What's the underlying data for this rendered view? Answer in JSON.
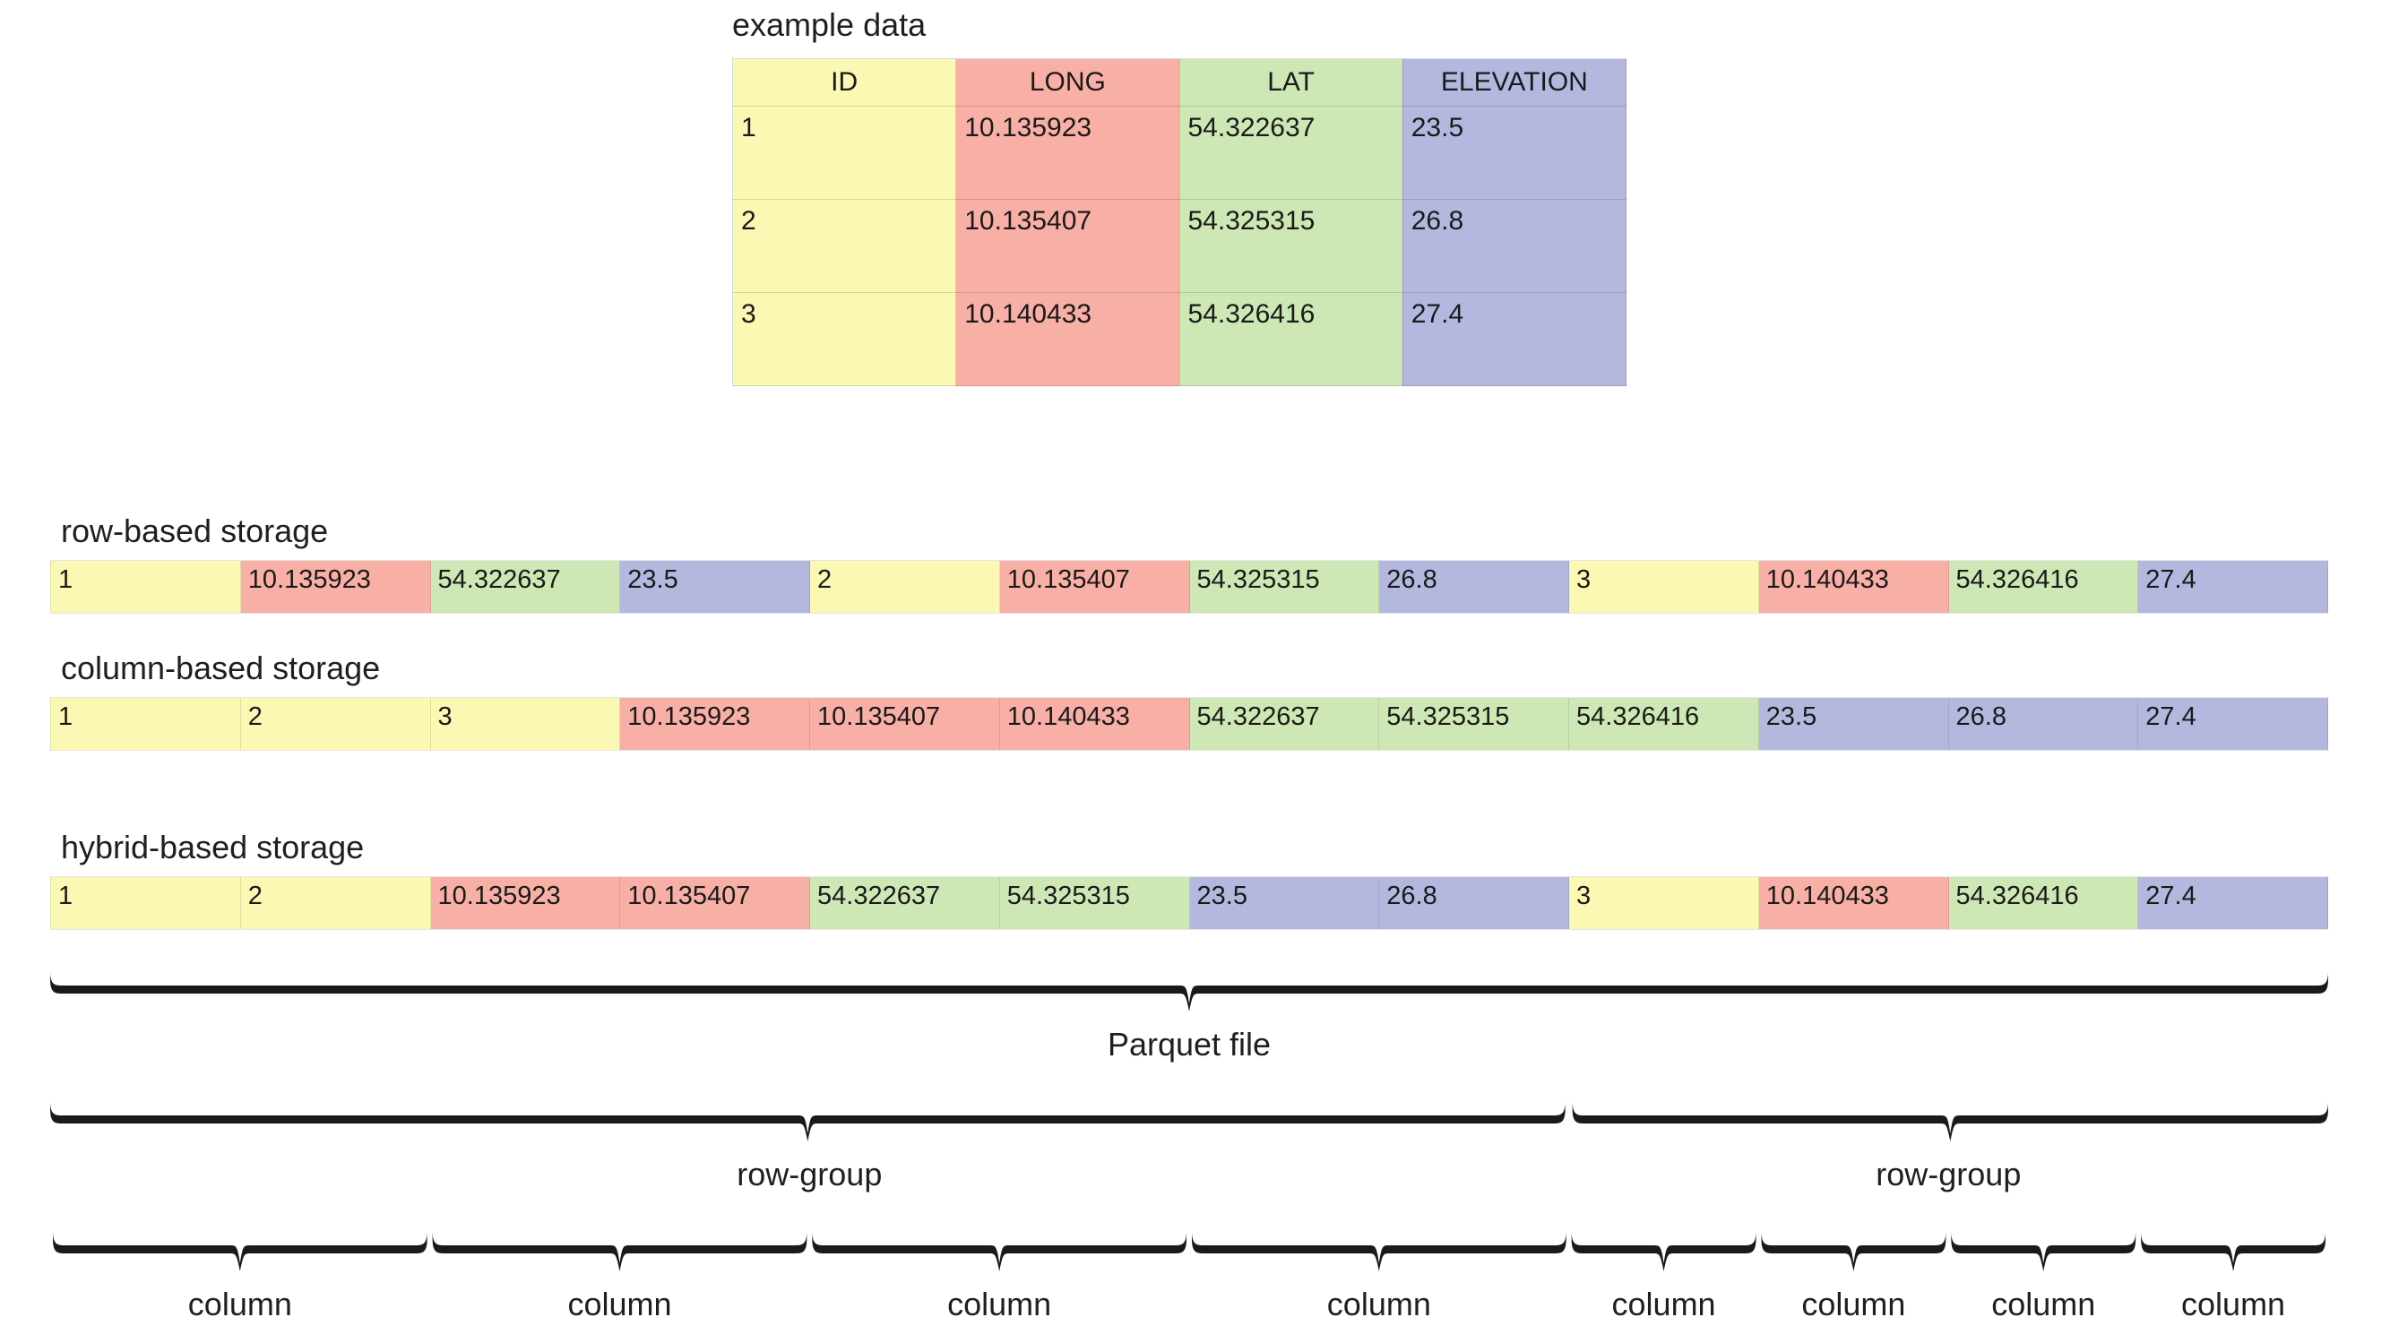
{
  "diagram": {
    "title": "example data",
    "colors": {
      "id": "#FBF8B4",
      "long": "#F8AFA6",
      "lat": "#CDE8B5",
      "elevation": "#B4B8DF",
      "brace": "#1a1a1a",
      "background": "#ffffff"
    }
  },
  "table": {
    "headers": [
      "ID",
      "LONG",
      "LAT",
      "ELEVATION"
    ],
    "rows": [
      [
        "1",
        "10.135923",
        "54.322637",
        "23.5"
      ],
      [
        "2",
        "10.135407",
        "54.325315",
        "26.8"
      ],
      [
        "3",
        "10.140433",
        "54.326416",
        "27.4"
      ]
    ]
  },
  "strips": [
    {
      "label": "row-based storage",
      "cells": [
        {
          "text": "1",
          "color": "id"
        },
        {
          "text": "10.135923",
          "color": "long"
        },
        {
          "text": "54.322637",
          "color": "lat"
        },
        {
          "text": "23.5",
          "color": "elevation"
        },
        {
          "text": "2",
          "color": "id"
        },
        {
          "text": "10.135407",
          "color": "long"
        },
        {
          "text": "54.325315",
          "color": "lat"
        },
        {
          "text": "26.8",
          "color": "elevation"
        },
        {
          "text": "3",
          "color": "id"
        },
        {
          "text": "10.140433",
          "color": "long"
        },
        {
          "text": "54.326416",
          "color": "lat"
        },
        {
          "text": "27.4",
          "color": "elevation"
        }
      ]
    },
    {
      "label": "column-based storage",
      "cells": [
        {
          "text": "1",
          "color": "id"
        },
        {
          "text": "2",
          "color": "id"
        },
        {
          "text": "3",
          "color": "id"
        },
        {
          "text": "10.135923",
          "color": "long"
        },
        {
          "text": "10.135407",
          "color": "long"
        },
        {
          "text": "10.140433",
          "color": "long"
        },
        {
          "text": "54.322637",
          "color": "lat"
        },
        {
          "text": "54.325315",
          "color": "lat"
        },
        {
          "text": "54.326416",
          "color": "lat"
        },
        {
          "text": "23.5",
          "color": "elevation"
        },
        {
          "text": "26.8",
          "color": "elevation"
        },
        {
          "text": "27.4",
          "color": "elevation"
        }
      ]
    },
    {
      "label": "hybrid-based storage",
      "cells": [
        {
          "text": "1",
          "color": "id"
        },
        {
          "text": "2",
          "color": "id"
        },
        {
          "text": "10.135923",
          "color": "long"
        },
        {
          "text": "10.135407",
          "color": "long"
        },
        {
          "text": "54.322637",
          "color": "lat"
        },
        {
          "text": "54.325315",
          "color": "lat"
        },
        {
          "text": "23.5",
          "color": "elevation"
        },
        {
          "text": "26.8",
          "color": "elevation"
        },
        {
          "text": "3",
          "color": "id"
        },
        {
          "text": "10.140433",
          "color": "long"
        },
        {
          "text": "54.326416",
          "color": "lat"
        },
        {
          "text": "27.4",
          "color": "elevation"
        }
      ]
    }
  ],
  "braces": {
    "file": [
      {
        "label": "Parquet file",
        "start": 0,
        "end": 12
      }
    ],
    "row_groups": [
      {
        "label": "row-group",
        "start": 0,
        "end": 8
      },
      {
        "label": "row-group",
        "start": 8,
        "end": 12
      }
    ],
    "columns": [
      {
        "label": "column",
        "start": 0,
        "end": 2
      },
      {
        "label": "column",
        "start": 2,
        "end": 4
      },
      {
        "label": "column",
        "start": 4,
        "end": 6
      },
      {
        "label": "column",
        "start": 6,
        "end": 8
      },
      {
        "label": "column",
        "start": 8,
        "end": 9
      },
      {
        "label": "column",
        "start": 9,
        "end": 10
      },
      {
        "label": "column",
        "start": 10,
        "end": 11
      },
      {
        "label": "column",
        "start": 11,
        "end": 12
      }
    ]
  }
}
